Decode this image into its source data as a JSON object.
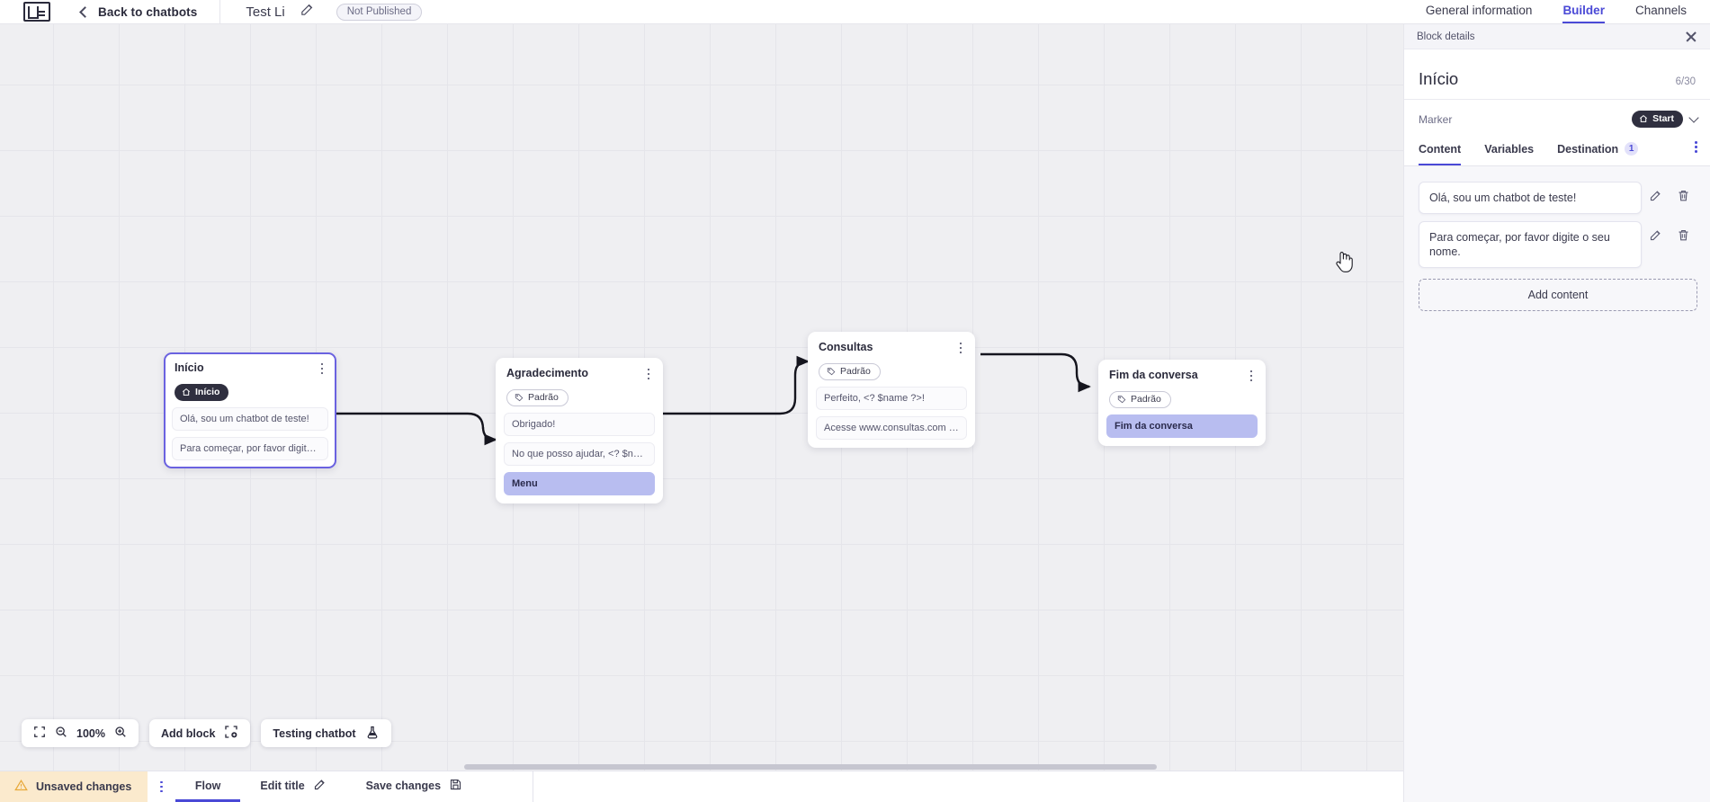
{
  "topbar": {
    "logo_icon": "chatbot-logo-icon",
    "back_label": "Back to chatbots",
    "back_icon": "chevron-left-icon",
    "bot_title": "Test Li",
    "edit_title_icon": "pencil-icon",
    "status_badge": "Not Published",
    "tabs": [
      {
        "label": "General information",
        "active": false
      },
      {
        "label": "Builder",
        "active": true
      },
      {
        "label": "Channels",
        "active": false
      }
    ]
  },
  "canvas": {
    "zoom_level": "100%",
    "fit_icon": "fit-screen-icon",
    "zoom_out_icon": "zoom-out-icon",
    "zoom_in_icon": "zoom-in-icon",
    "add_block_label": "Add block",
    "add_block_icon": "add-block-icon",
    "testing_label": "Testing chatbot",
    "testing_icon": "flask-icon",
    "blocks": [
      {
        "title": "Início",
        "selected": true,
        "badge": {
          "text": "Início",
          "type": "start",
          "icon": "home-icon"
        },
        "messages": [
          {
            "text": "Olá, sou um chatbot de teste!",
            "accent": false
          },
          {
            "text": "Para começar, por favor digite o ...",
            "accent": false
          }
        ]
      },
      {
        "title": "Agradecimento",
        "selected": false,
        "badge": {
          "text": "Padrão",
          "type": "default",
          "icon": "tag-icon"
        },
        "messages": [
          {
            "text": "Obrigado!",
            "accent": false
          },
          {
            "text": "No que posso ajudar, <? $name ...",
            "accent": false
          },
          {
            "text": "Menu",
            "accent": true
          }
        ]
      },
      {
        "title": "Consultas",
        "selected": false,
        "badge": {
          "text": "Padrão",
          "type": "default",
          "icon": "tag-icon"
        },
        "messages": [
          {
            "text": "Perfeito, <? $name ?>!",
            "accent": false
          },
          {
            "text": "Acesse www.consultas.com par...",
            "accent": false
          }
        ]
      },
      {
        "title": "Fim da conversa",
        "selected": false,
        "badge": {
          "text": "Padrão",
          "type": "default",
          "icon": "tag-icon"
        },
        "messages": [
          {
            "text": "Fim da conversa",
            "accent": true
          }
        ]
      }
    ]
  },
  "bottombar": {
    "unsaved_label": "Unsaved changes",
    "warning_icon": "warning-triangle-icon",
    "kebab_icon": "kebab-menu-icon",
    "flow_label": "Flow",
    "edit_title_label": "Edit title",
    "edit_title_icon": "pencil-icon",
    "save_label": "Save changes",
    "save_icon": "save-disk-icon"
  },
  "panel": {
    "header_label": "Block details",
    "close_icon": "close-icon",
    "title": "Início",
    "char_count": "6/30",
    "marker_label": "Marker",
    "marker_value": "Start",
    "marker_icon": "home-icon",
    "marker_chevron": "chevron-down-icon",
    "tabs": [
      {
        "label": "Content",
        "active": true,
        "badge": ""
      },
      {
        "label": "Variables",
        "active": false,
        "badge": ""
      },
      {
        "label": "Destination",
        "active": false,
        "badge": "1"
      }
    ],
    "tabs_more_icon": "kebab-menu-icon",
    "contents": [
      {
        "text": "Olá, sou um chatbot de teste!",
        "edit_icon": "pencil-icon",
        "delete_icon": "trash-icon"
      },
      {
        "text": "Para começar, por favor digite o seu nome.",
        "edit_icon": "pencil-icon",
        "delete_icon": "trash-icon"
      }
    ],
    "add_content_label": "Add content"
  },
  "colors": {
    "accent": "#4a49d6",
    "selected_border": "#6a62e0",
    "message_accent": "#b8bdf0",
    "unsaved_bg": "#fbeacd",
    "canvas_bg": "#efeff2"
  }
}
